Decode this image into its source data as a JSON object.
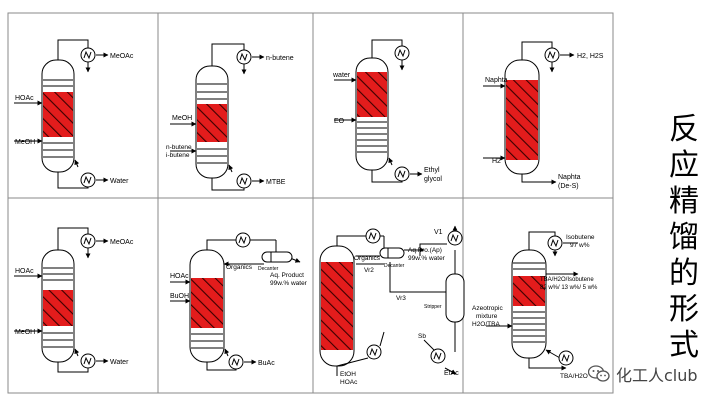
{
  "side_title": [
    "反",
    "应",
    "精",
    "馏",
    "的",
    "形",
    "式"
  ],
  "watermark": "化工人club",
  "panels": {
    "p1": {
      "top_label": "MeOAc",
      "feed_upper": "HOAc",
      "feed_lower": "MeOH",
      "bottom_label": "Water"
    },
    "p2": {
      "top_label": "n-butene",
      "feed_upper": "MeOH",
      "feed_lower_1": "n-butene",
      "feed_lower_2": "i-butene",
      "bottom_label": "MTBE"
    },
    "p3": {
      "feed_upper": "water",
      "feed_lower": "EO",
      "bottom_label_1": "Ethyl",
      "bottom_label_2": "glycol"
    },
    "p4": {
      "top_label": "H2, H2S",
      "feed_upper": "Naphta",
      "feed_lower": "H2",
      "bottom_label_1": "Naphta",
      "bottom_label_2": "(De-S)"
    },
    "p5": {
      "top_label": "MeOAc",
      "feed_upper": "HOAc",
      "feed_lower": "MeOH",
      "bottom_label": "Water"
    },
    "p6": {
      "organics": "Organics",
      "decanter": "Decanter",
      "product_1": "Aq. Product",
      "product_2": "99w.% water",
      "feed_upper": "HOAc",
      "feed_lower": "BuOH",
      "bottom_label": "BuAc"
    },
    "p7": {
      "organics": "Organics",
      "decanter": "Decanter",
      "product_1": "Aq.Pro.(Ap)",
      "product_2": "99w.% water",
      "v1": "V1",
      "v2": "Vr2",
      "v3": "Vr3",
      "stripper": "Stripper",
      "sb": "Sb",
      "feed_1": "EtOH",
      "feed_2": "HOAc",
      "bottom_label": "EtAc"
    },
    "p8": {
      "top_label_1": "Isobutene",
      "top_label_2": "97 w%",
      "side_label_1": "TBA/H2O/Isobutene",
      "side_label_2": "82 w%/ 13 w%/ 5 w%",
      "feed_1": "Azeotropic",
      "feed_2": "mixture",
      "feed_3": "H2O/TBA",
      "bottom_label": "TBA/H2O"
    }
  }
}
